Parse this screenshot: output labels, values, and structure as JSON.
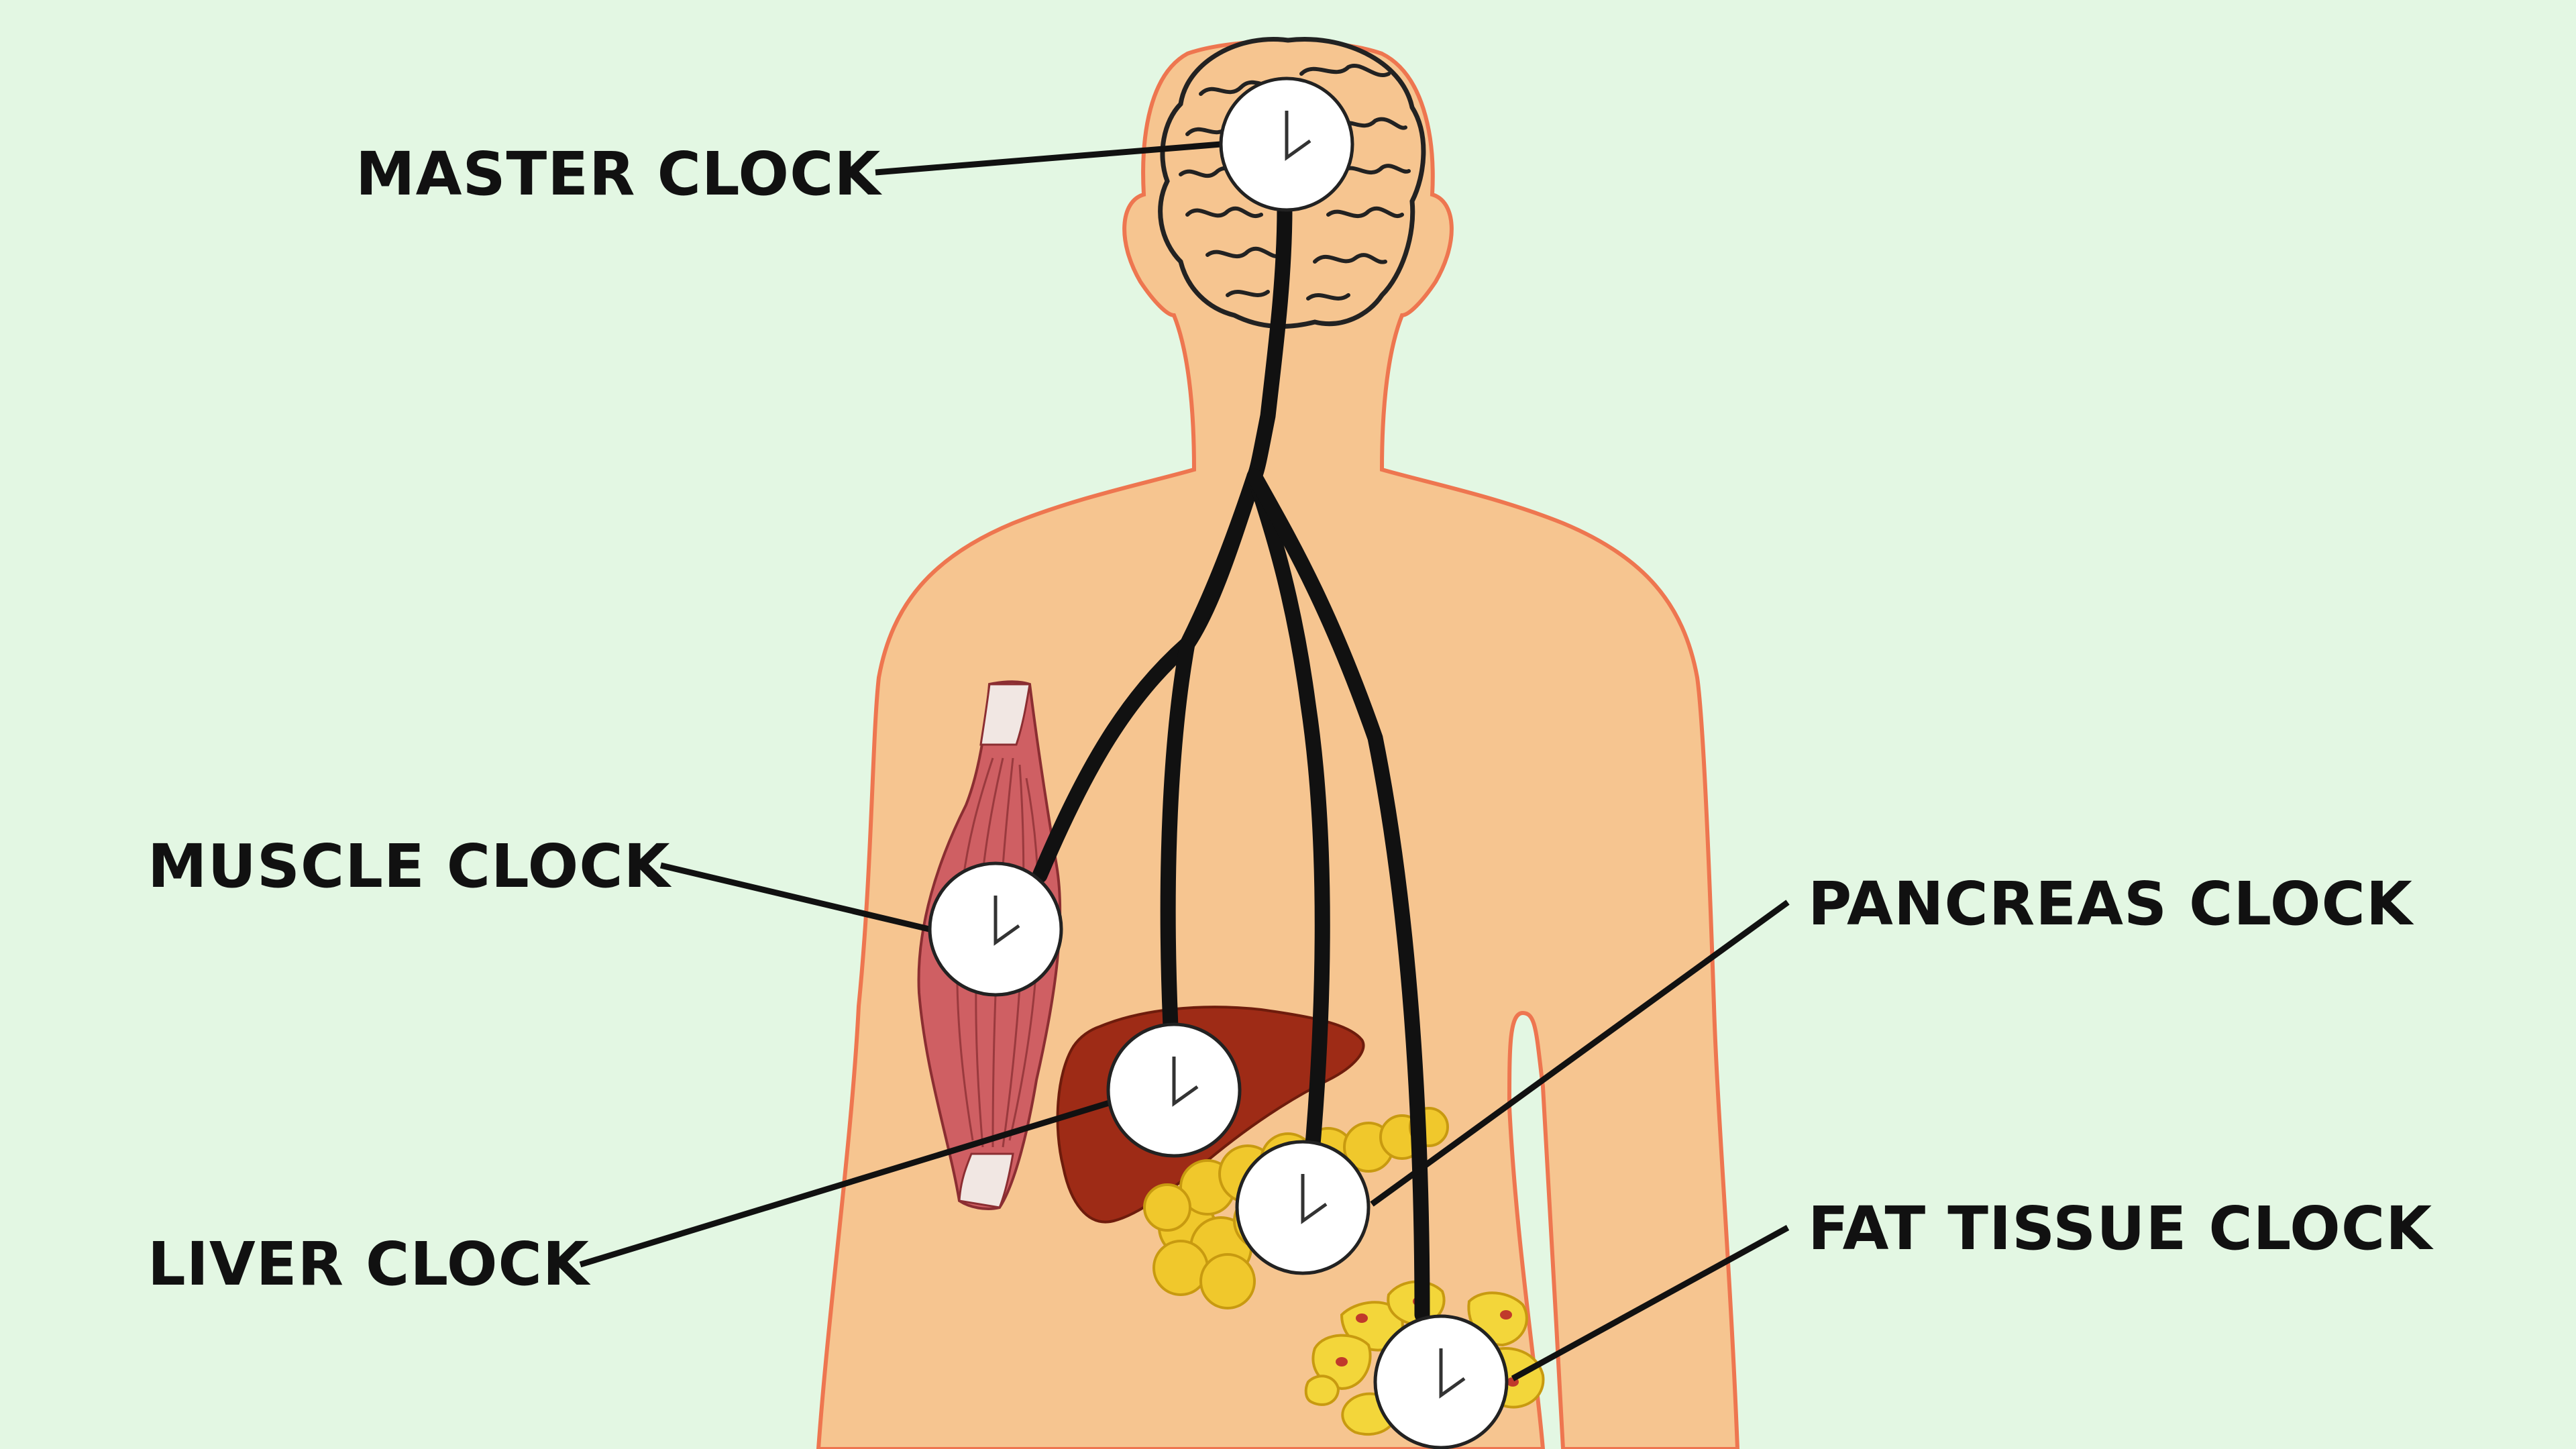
{
  "colors": {
    "background": "#e3f7e3",
    "skin": "#f6c590",
    "skin_outline": "#ee7650",
    "nerve": "#111111",
    "muscle": "#cf5f63",
    "liver": "#9e2b16",
    "pancreas": "#f0c82c",
    "fat": "#f3d63a",
    "clock_face": "#ffffff"
  },
  "labels": {
    "master": "MASTER CLOCK",
    "muscle": "MUSCLE CLOCK",
    "liver": "LIVER CLOCK",
    "pancreas": "PANCREAS CLOCK",
    "fat": "FAT TISSUE CLOCK"
  },
  "icons": {
    "clock": "clock-icon",
    "brain": "brain-icon",
    "muscle": "muscle-icon",
    "liver": "liver-icon",
    "pancreas": "pancreas-icon",
    "fat": "fat-cells-icon"
  }
}
